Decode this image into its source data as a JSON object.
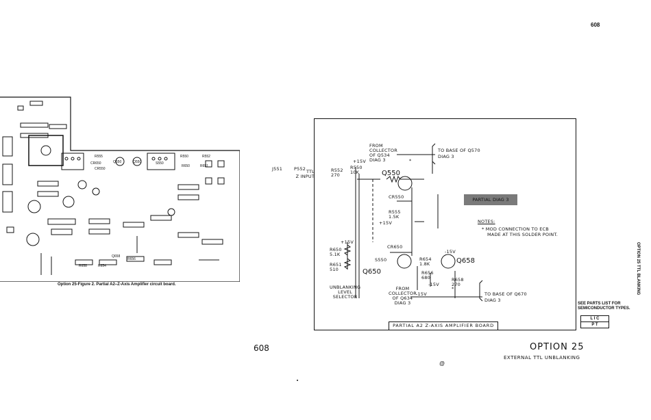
{
  "page_number_top": "608",
  "board_figure": {
    "caption": "Option 25-Figure 2. Partial A2–Z-Axis Amplifier circuit board.",
    "component_labels": [
      "R555",
      "CR550",
      "Q550",
      "S550",
      "R550",
      "R552",
      "R650",
      "R651",
      "Q658",
      "R656",
      "R654",
      "R658",
      "CR650"
    ]
  },
  "schematic": {
    "from_collector_top": [
      "FROM",
      "COLLECTOR",
      "OF Q534",
      "DIAG"
    ],
    "diag_num_top": "3",
    "to_base_q570": [
      "TO BASE OF Q570",
      "DIAG"
    ],
    "diag_num_q570": "3",
    "plus15v_labels": [
      "+15V",
      "+15V",
      "+15V"
    ],
    "minus15v_labels": [
      "-15V",
      "-15V",
      "-15V"
    ],
    "ttl_input": [
      "TTL",
      "Z INPUT"
    ],
    "j551": "J551",
    "p552": "P552",
    "r552": [
      "R552",
      "270"
    ],
    "r550": [
      "R550",
      "10K"
    ],
    "q550": "Q550",
    "cr550": "CR550",
    "r555": [
      "R555",
      "1.5K"
    ],
    "cr650": "CR650",
    "r650": [
      "R650",
      "5.1K"
    ],
    "r651": [
      "R651",
      "510"
    ],
    "s550": "S550",
    "q650": "Q650",
    "r654": [
      "R654",
      "1.8K"
    ],
    "q658": "Q658",
    "r656": [
      "R656",
      "680"
    ],
    "r658": [
      "R658",
      "270"
    ],
    "unblanking": [
      "UNBLANKING",
      "LEVEL",
      "SELECTOR"
    ],
    "from_collector_bottom": [
      "FROM",
      "COLLECTOR",
      "OF Q634",
      "DIAG"
    ],
    "diag_num_bottom": "3",
    "to_base_q670": [
      "TO BASE OF Q670",
      "DIAG"
    ],
    "diag_num_q670": "3",
    "partial_diag": "PARTIAL DIAG",
    "partial_diag_num": "3",
    "notes_title": "NOTES:",
    "notes_line1": "MOD CONNECTION TO ECB",
    "notes_line2": "MADE AT THIS SOLDER POINT.",
    "star": "*",
    "board_title": "PARTIAL A2 Z-AXIS AMPLIFIER BOARD"
  },
  "side_label": "OPTION 25 TTL BLANKING",
  "parts_note": [
    "SEE PARTS LIST FOR",
    "SEMICONDUCTOR TYPES."
  ],
  "lc_table": {
    "top": "L I C",
    "bottom": "P T"
  },
  "page_number_bottom": "608",
  "option_title": "OPTION 25",
  "option_subtitle": "EXTERNAL TTL UNBLANKING",
  "at_mark": "@"
}
